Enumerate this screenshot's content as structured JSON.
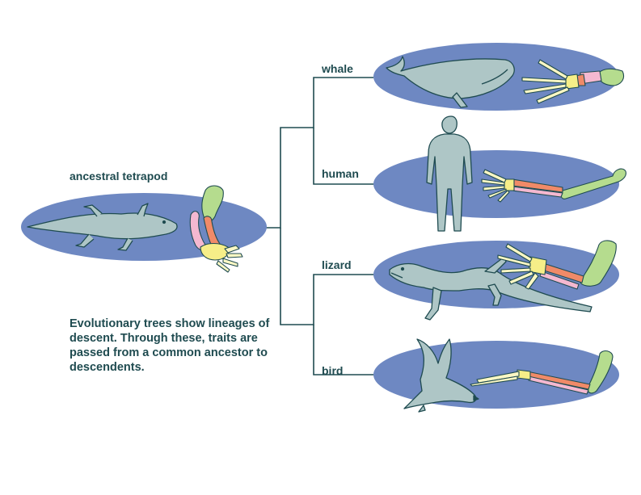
{
  "labels": {
    "ancestor": "ancestral tetrapod",
    "whale": "whale",
    "human": "human",
    "lizard": "lizard",
    "bird": "bird"
  },
  "caption": "Evolutionary trees show lineages of descent. Through these, traits are passed from a common ancestor to descendents.",
  "colors": {
    "ellipse": "#6e88c2",
    "animal": "#aec6c6",
    "outline": "#1f4b50",
    "humerus": "#b5dc8e",
    "radius": "#f08a68",
    "ulna": "#f4b8d0",
    "wrist": "#f6ee88",
    "digits": "#fbf7c4"
  }
}
